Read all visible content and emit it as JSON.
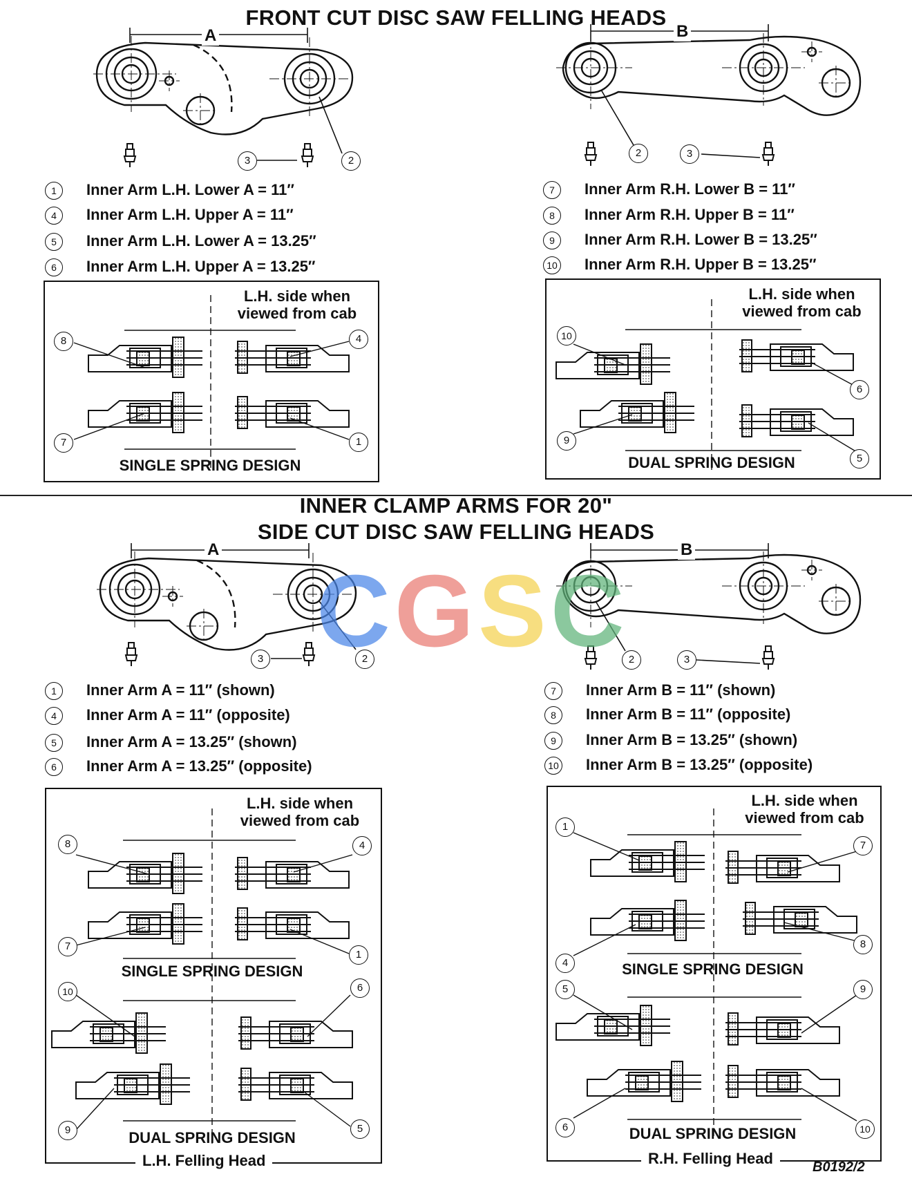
{
  "top": {
    "title": "FRONT CUT DISC SAW FELLING HEADS",
    "dim_left": "A",
    "dim_right": "B",
    "callouts": [
      "3",
      "2"
    ],
    "specs_left": [
      {
        "num": "1",
        "text": "Inner Arm L.H. Lower A = 11″"
      },
      {
        "num": "4",
        "text": "Inner Arm L.H. Upper A = 11″"
      },
      {
        "num": "5",
        "text": "Inner Arm L.H. Lower A = 13.25″"
      },
      {
        "num": "6",
        "text": "Inner Arm L.H. Upper A = 13.25″"
      }
    ],
    "specs_right": [
      {
        "num": "7",
        "text": "Inner Arm R.H. Lower B = 11″"
      },
      {
        "num": "8",
        "text": "Inner Arm R.H. Upper B = 11″"
      },
      {
        "num": "9",
        "text": "Inner Arm R.H. Lower B = 13.25″"
      },
      {
        "num": "10",
        "text": "Inner Arm R.H. Upper B = 13.25″"
      }
    ],
    "box_left": {
      "note": "L.H. side when viewed from cab",
      "design": "SINGLE SPRING DESIGN",
      "callouts": [
        "8",
        "4",
        "7",
        "1"
      ]
    },
    "box_right": {
      "note": "L.H. side when viewed from cab",
      "design": "DUAL SPRING DESIGN",
      "callouts": [
        "10",
        "6",
        "9",
        "5"
      ]
    }
  },
  "bottom": {
    "title_line1": "INNER CLAMP ARMS FOR 20\"",
    "title_line2": "SIDE CUT DISC SAW FELLING HEADS",
    "dim_left": "A",
    "dim_right": "B",
    "specs_left": [
      {
        "num": "1",
        "text": "Inner Arm A = 11″ (shown)"
      },
      {
        "num": "4",
        "text": "Inner Arm A = 11″ (opposite)"
      },
      {
        "num": "5",
        "text": "Inner Arm A = 13.25″ (shown)"
      },
      {
        "num": "6",
        "text": "Inner Arm A = 13.25″ (opposite)"
      }
    ],
    "specs_right": [
      {
        "num": "7",
        "text": "Inner Arm B = 11″ (shown)"
      },
      {
        "num": "8",
        "text": "Inner Arm B = 11″ (opposite)"
      },
      {
        "num": "9",
        "text": "Inner Arm B = 13.25″ (shown)"
      },
      {
        "num": "10",
        "text": "Inner Arm B = 13.25″ (opposite)"
      }
    ],
    "box_left": {
      "note": "L.H. side when viewed from cab",
      "design1": "SINGLE SPRING DESIGN",
      "design2": "DUAL SPRING DESIGN",
      "footer": "L.H. Felling Head",
      "callouts": [
        "8",
        "4",
        "7",
        "1",
        "10",
        "6",
        "9",
        "5"
      ]
    },
    "box_right": {
      "note": "L.H. side when viewed from cab",
      "design1": "SINGLE SPRING DESIGN",
      "design2": "DUAL SPRING DESIGN",
      "footer": "R.H. Felling Head",
      "callouts": [
        "1",
        "7",
        "4",
        "8",
        "5",
        "9",
        "6",
        "10"
      ]
    }
  },
  "watermark": {
    "letters": [
      "C",
      "G",
      "S",
      "C"
    ],
    "colors": [
      "#4a86e8",
      "#ea7b72",
      "#f5d250",
      "#5fb37a"
    ]
  },
  "drawing_code": "B0192/2"
}
